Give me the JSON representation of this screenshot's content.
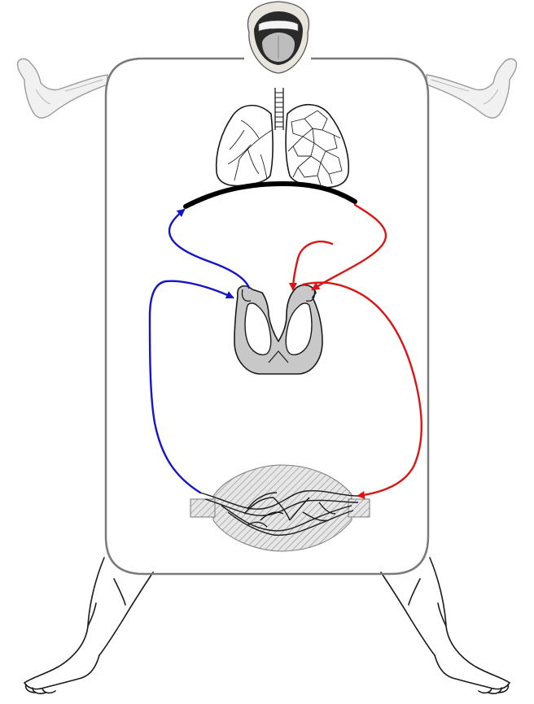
{
  "diagram": {
    "colors": {
      "body_outline": "#7a7a7a",
      "deoxygenated": "#1414c8",
      "oxygenated": "#dc1414",
      "alveolar_membrane": "#000000",
      "heart_tissue": "#c8c8c8"
    },
    "parts": [
      "mouth",
      "arms",
      "lungs",
      "alveolar-membrane",
      "heart",
      "capillary-tissue",
      "legs"
    ],
    "flows": [
      {
        "from": "alveolar-membrane",
        "to": "heart-left",
        "color": "oxygenated"
      },
      {
        "from": "heart-right",
        "to": "alveolar-membrane",
        "color": "deoxygenated"
      },
      {
        "from": "heart-left",
        "to": "capillary-tissue",
        "color": "oxygenated"
      },
      {
        "from": "capillary-tissue",
        "to": "heart-right",
        "color": "deoxygenated"
      }
    ]
  }
}
